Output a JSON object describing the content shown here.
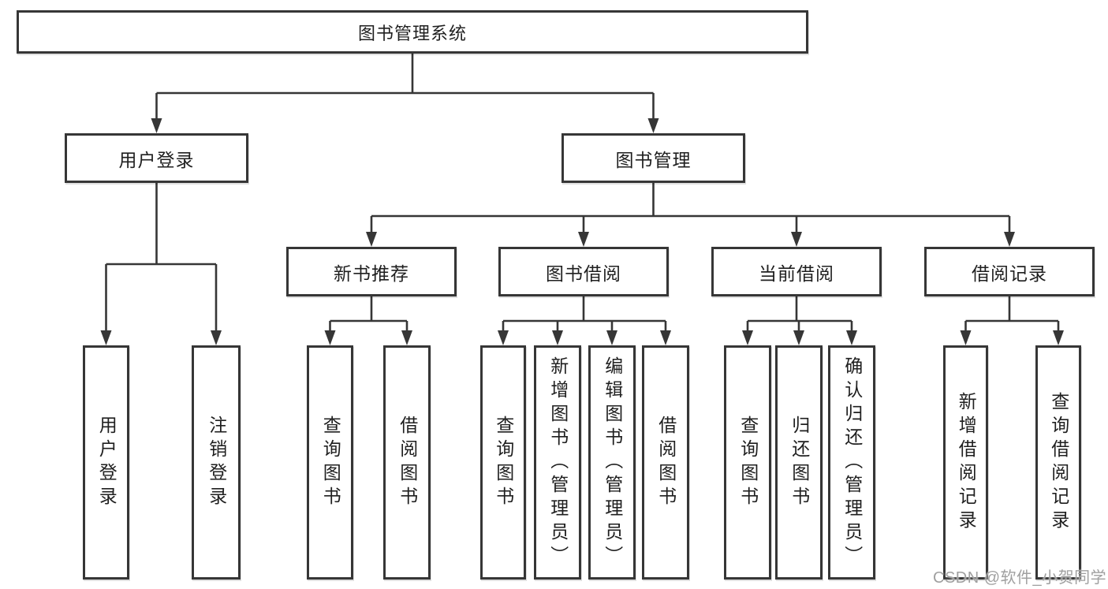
{
  "diagram": {
    "title_node": {
      "label": "图书管理系统"
    },
    "level2": [
      {
        "label": "用户登录",
        "parent": "图书管理系统"
      },
      {
        "label": "图书管理",
        "parent": "图书管理系统"
      }
    ],
    "level3": [
      {
        "label": "新书推荐",
        "parent": "图书管理"
      },
      {
        "label": "图书借阅",
        "parent": "图书管理"
      },
      {
        "label": "当前借阅",
        "parent": "图书管理"
      },
      {
        "label": "借阅记录",
        "parent": "图书管理"
      }
    ],
    "leaves": [
      {
        "label": "用户登录",
        "parent": "用户登录"
      },
      {
        "label": "注销登录",
        "parent": "用户登录"
      },
      {
        "label": "查询图书",
        "parent": "新书推荐"
      },
      {
        "label": "借阅图书",
        "parent": "新书推荐"
      },
      {
        "label": "查询图书",
        "parent": "图书借阅"
      },
      {
        "label": "新增图书（管理员）",
        "parent": "图书借阅"
      },
      {
        "label": "编辑图书（管理员）",
        "parent": "图书借阅"
      },
      {
        "label": "借阅图书",
        "parent": "图书借阅"
      },
      {
        "label": "查询图书",
        "parent": "当前借阅"
      },
      {
        "label": "归还图书",
        "parent": "当前借阅"
      },
      {
        "label": "确认归还（管理员）",
        "parent": "当前借阅"
      },
      {
        "label": "新增借阅记录",
        "parent": "借阅记录"
      },
      {
        "label": "查询借阅记录",
        "parent": "借阅记录"
      }
    ]
  },
  "watermark": {
    "text": "CSDN @软件_小贺同学"
  },
  "colors": {
    "line": "#363636",
    "text": "#1f1f1f",
    "background": "#ffffff",
    "watermark": "#a0a0a0"
  }
}
